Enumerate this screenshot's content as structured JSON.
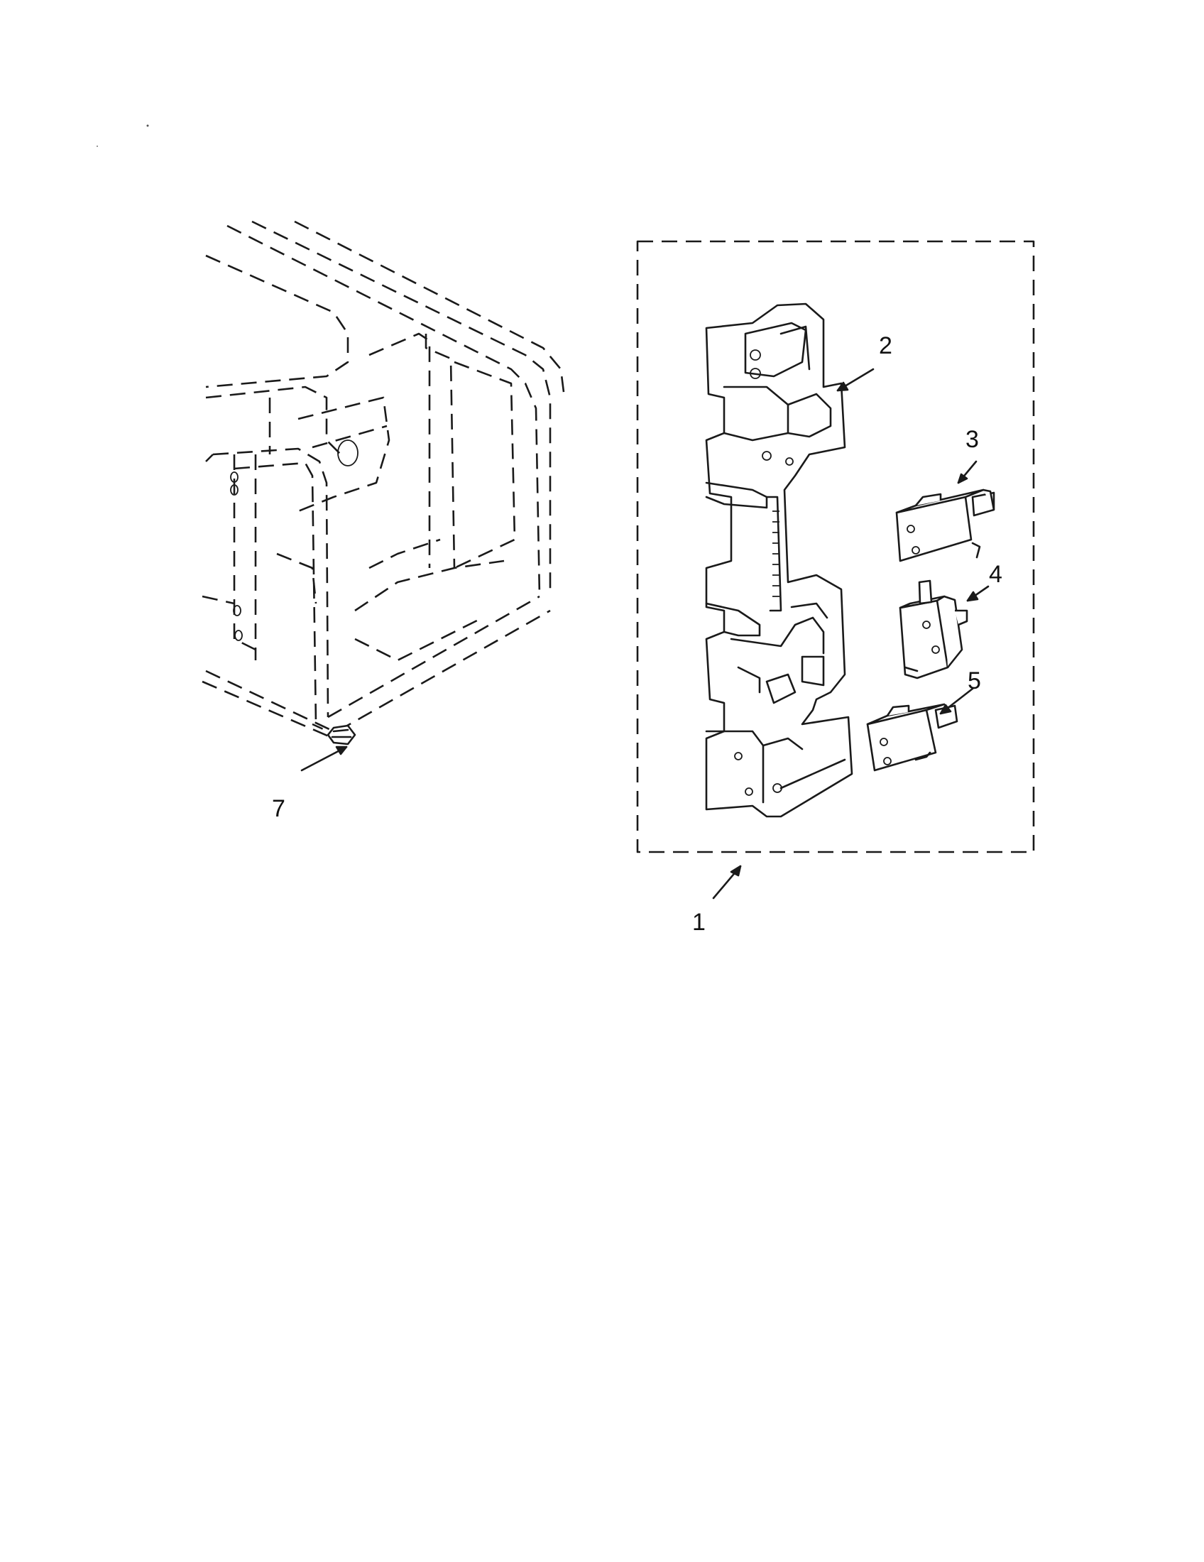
{
  "callouts": {
    "assembly": "1",
    "latch_body": "2",
    "switch_top": "3",
    "switch_middle": "4",
    "switch_bottom": "5",
    "screw": "7"
  },
  "colors": {
    "ink": "#1a1a1a",
    "paper": "#ffffff"
  }
}
